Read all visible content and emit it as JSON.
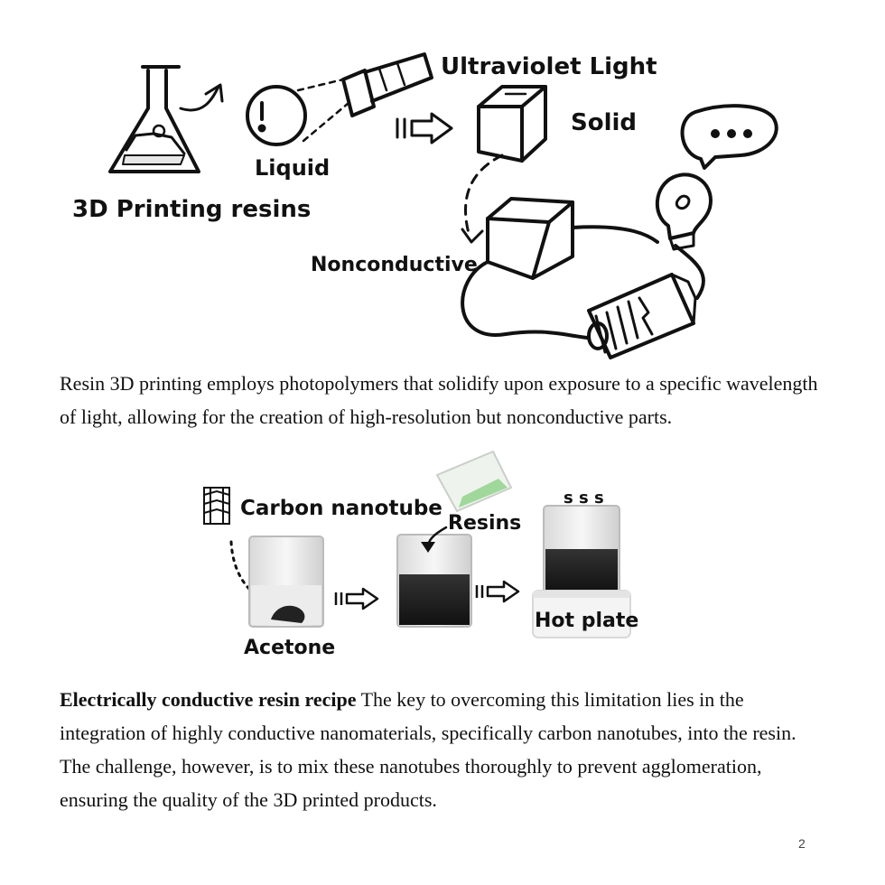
{
  "figure1": {
    "labels": {
      "resins": "3D Printing resins",
      "liquid": "Liquid",
      "uv": "Ultraviolet Light",
      "solid": "Solid",
      "nonconductive": "Nonconductive"
    },
    "icons": [
      "flask-icon",
      "droplet-icon",
      "flashlight-icon",
      "arrow-icon",
      "cube-icon",
      "lightbulb-icon",
      "speech-bubble-icon",
      "battery-icon"
    ]
  },
  "paragraph1": "Resin 3D printing employs photopolymers that solidify upon exposure to a specific wavelength of light, allowing for the creation of high-resolution but nonconductive parts.",
  "figure2": {
    "labels": {
      "carbon": "Carbon nanotube",
      "resins": "Resins",
      "acetone": "Acetone",
      "hotplate": "Hot plate",
      "steam": "s s s"
    },
    "icons": [
      "nanotube-icon",
      "beaker-icon",
      "arrow-icon",
      "pouring-cup-icon",
      "hot-plate-icon"
    ]
  },
  "paragraph2": {
    "lead": "Electrically conductive resin recipe",
    "body": " The key to overcoming this limitation lies in the integration of highly conductive nanomaterials, specifically carbon nanotubes, into the resin. The challenge, however, is to mix these nanotubes thoroughly to prevent agglomeration, ensuring the quality of the 3D printed products."
  },
  "page_number": "2"
}
